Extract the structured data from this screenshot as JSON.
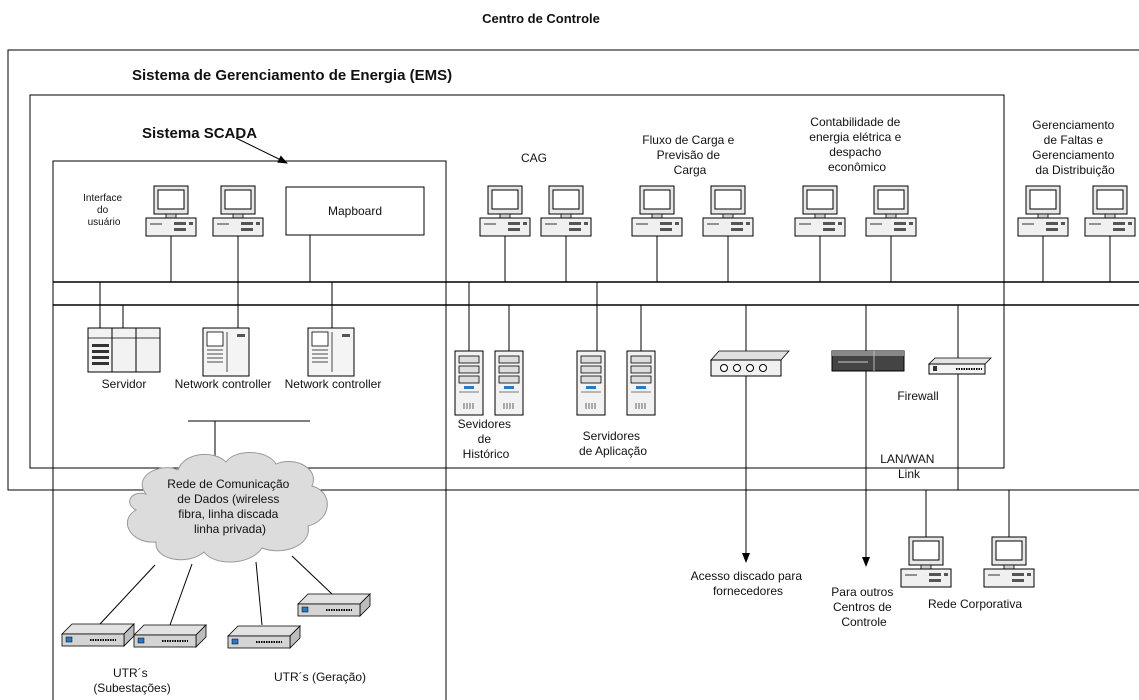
{
  "title": "Centro de Controle",
  "ems_label": "Sistema de Gerenciamento de Energia (EMS)",
  "scada_label": "Sistema SCADA",
  "interface_label": [
    "Interface",
    "do",
    "usuário"
  ],
  "mapboard_label": "Mapboard",
  "cag_label": "CAG",
  "fluxo_label": [
    "Fluxo de Carga e",
    "Previsão de",
    "Carga"
  ],
  "contabilidade_label": [
    "Contabilidade de",
    "energia elétrica e",
    "despacho",
    "econômico"
  ],
  "gerenciamento_label": [
    "Gerenciamento",
    "de Faltas e",
    "Gerenciamento",
    "da Distribuição"
  ],
  "servidor_label": "Servidor",
  "network_controller_1_label": "Network controller",
  "network_controller_2_label": "Network controller",
  "servidores_historico_label": [
    "Sevidores",
    "de",
    "Histórico"
  ],
  "servidores_aplicacao_label": [
    "Servidores",
    "de Aplicação"
  ],
  "firewall_label": "Firewall",
  "lan_wan_label": [
    "LAN/WAN",
    "Link"
  ],
  "rede_comunicacao_label": [
    "Rede de Comunicação",
    "de Dados (wireless",
    "fibra, linha discada",
    "linha privada)"
  ],
  "acesso_discado_label": [
    "Acesso discado para",
    "fornecedores"
  ],
  "outros_centros_label": [
    "Para outros",
    "Centros de",
    "Controle"
  ],
  "rede_corporativa_label": "Rede Corporativa",
  "utr_subestacoes_label": [
    "UTR´s",
    "(Subestações)"
  ],
  "utr_geracao_label": "UTR´s (Geração)"
}
